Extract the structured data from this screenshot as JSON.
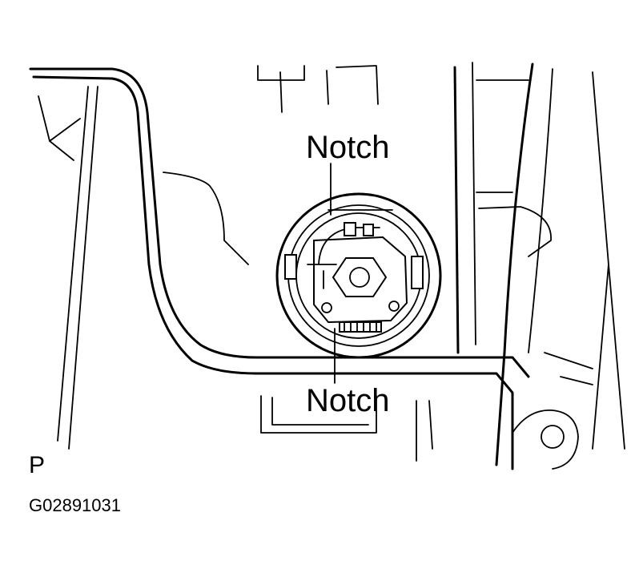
{
  "labels": {
    "notch_top": "Notch",
    "notch_bottom": "Notch"
  },
  "view_letter": "P",
  "figure_id": "G02891031"
}
